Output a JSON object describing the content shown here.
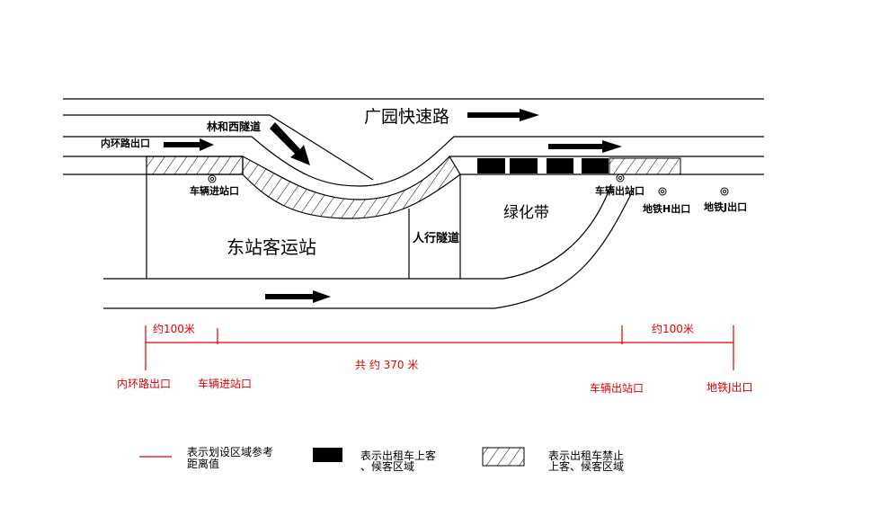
{
  "labels": {
    "expressway": "广园快速路",
    "tunnel": "林和西隧道",
    "inner_ring_exit": "内环路出口",
    "vehicle_entrance": "车辆进站口",
    "station": "东站客运站",
    "pedestrian_tunnel": "人行隧道",
    "green_belt": "绿化带",
    "vehicle_exit": "车辆出站口",
    "metro_h_exit": "地铁H出口",
    "metro_j_exit": "地铁J出口"
  },
  "measure": {
    "left_distance": "约100米",
    "right_distance": "约100米",
    "total_distance": "共 约 370 米",
    "points": [
      "内环路出口",
      "车辆进站口",
      "车辆出站口",
      "地铁J出口"
    ]
  },
  "legend": [
    {
      "line1": "表示划设区域参考",
      "line2": "距离值"
    },
    {
      "line1": "表示出租车上客",
      "line2": "、候客区域"
    },
    {
      "line1": "表示出租车禁止",
      "line2": "上客、候客区域"
    }
  ],
  "colors": {
    "measure": "#e00000",
    "lines": "#000000"
  }
}
